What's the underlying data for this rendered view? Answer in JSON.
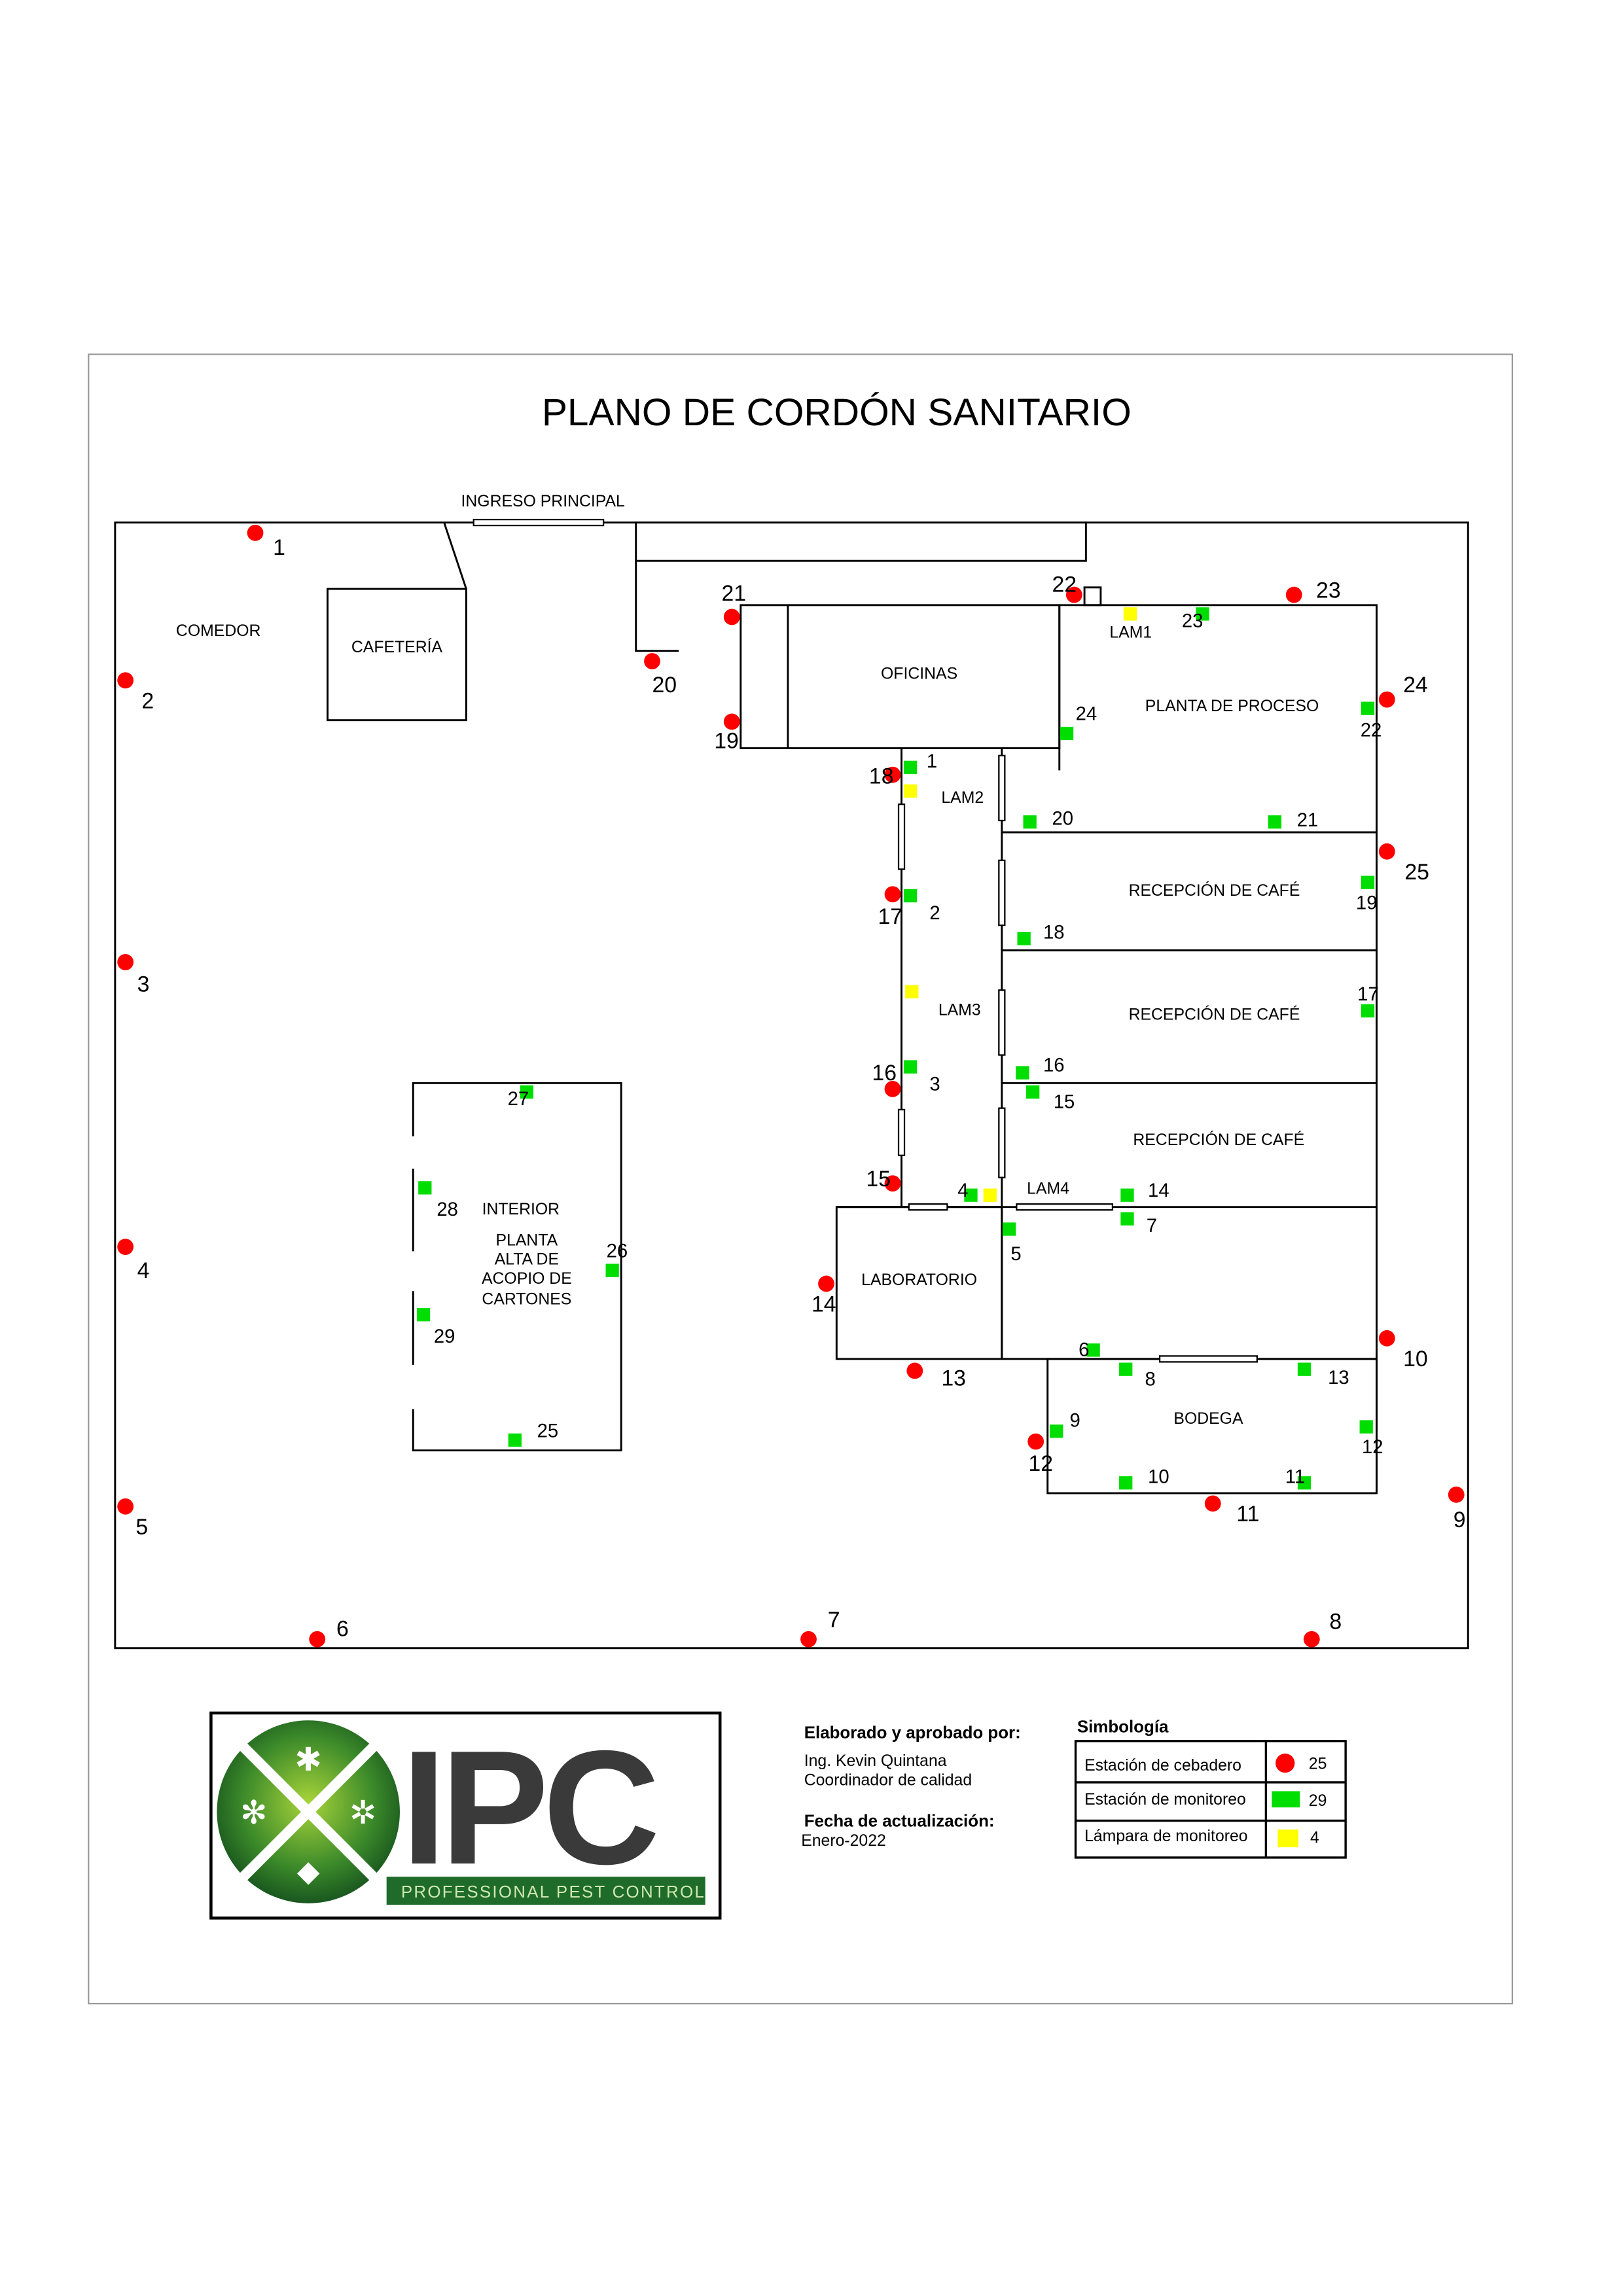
{
  "title": "PLANO DE CORDÓN SANITARIO",
  "areas": {
    "entrance": "INGRESO PRINCIPAL",
    "comedor": "COMEDOR",
    "cafeteria": "CAFETERÍA",
    "oficinas": "OFICINAS",
    "planta_proceso": "PLANTA DE PROCESO",
    "recepcion_1": "RECEPCIÓN DE CAFÉ",
    "recepcion_2": "RECEPCIÓN DE CAFÉ",
    "recepcion_3": "RECEPCIÓN DE CAFÉ",
    "laboratorio": "LABORATORIO",
    "bodega": "BODEGA",
    "interior": "INTERIOR",
    "planta_alta": [
      "PLANTA",
      "ALTA DE",
      "ACOPIO DE",
      "CARTONES"
    ]
  },
  "bait_stations": [
    "1",
    "2",
    "3",
    "4",
    "5",
    "6",
    "7",
    "8",
    "9",
    "10",
    "11",
    "12",
    "13",
    "14",
    "15",
    "16",
    "17",
    "18",
    "19",
    "20",
    "21",
    "22",
    "23",
    "24",
    "25"
  ],
  "monitor_stations": [
    "1",
    "2",
    "3",
    "4",
    "5",
    "6",
    "7",
    "8",
    "9",
    "10",
    "11",
    "12",
    "13",
    "14",
    "15",
    "16",
    "17",
    "18",
    "19",
    "20",
    "21",
    "22",
    "23",
    "24",
    "25",
    "26",
    "27",
    "28",
    "29"
  ],
  "lamps": [
    "LAM1",
    "LAM2",
    "LAM3",
    "LAM4"
  ],
  "footer": {
    "approved_heading": "Elaborado y aprobado por:",
    "approver_name": "Ing. Kevin Quintana",
    "approver_role": "Coordinador de calidad",
    "date_heading": "Fecha de actualización:",
    "date": "Enero-2022"
  },
  "legend": {
    "title": "Simbología",
    "rows": [
      {
        "label": "Estación de cebadero",
        "count": "25",
        "color": "#ff0000"
      },
      {
        "label": "Estación de monitoreo",
        "count": "29",
        "color": "#00dd00"
      },
      {
        "label": "Lámpara de monitoreo",
        "count": "4",
        "color": "#ffff00"
      }
    ]
  },
  "logo": {
    "text": "IPC",
    "tagline": "PROFESSIONAL PEST CONTROL"
  },
  "colors": {
    "bait": "#ff0000",
    "monitor": "#00dd00",
    "lamp": "#ffff00"
  }
}
